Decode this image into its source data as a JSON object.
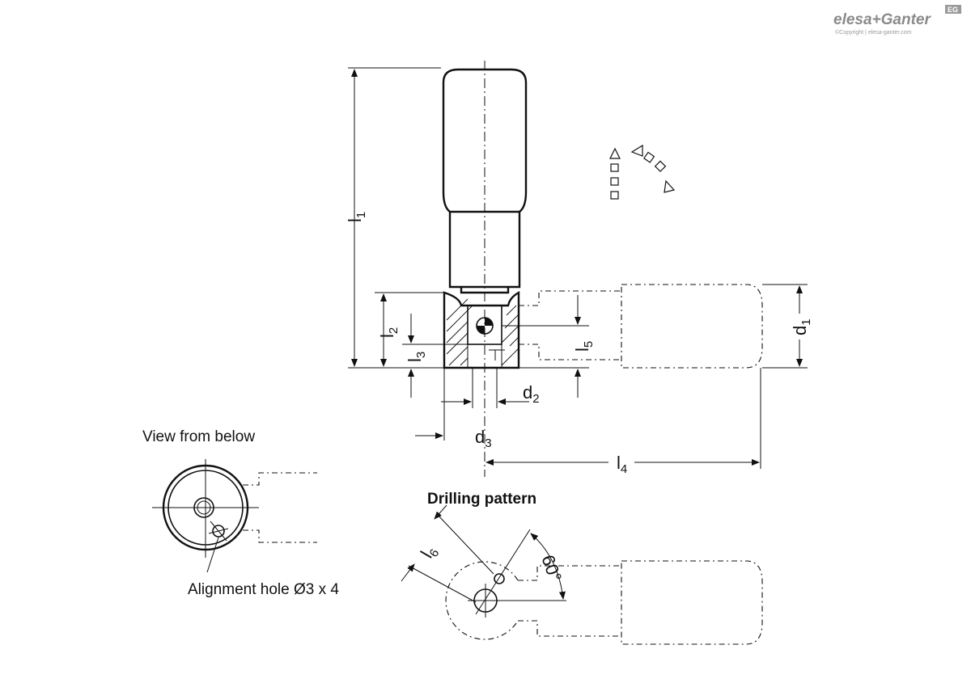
{
  "brand": {
    "name": "elesa+Ganter",
    "badge": "EG",
    "copyright": "©Copyright | elesa-ganter.com"
  },
  "labels": {
    "view_from_below": "View from below",
    "drilling_pattern": "Drilling pattern",
    "alignment_hole": "Alignment hole Ø3 x 4",
    "angle": "60°"
  },
  "dimensions": {
    "l1": {
      "base": "l",
      "sub": "1"
    },
    "l2": {
      "base": "l",
      "sub": "2"
    },
    "l3": {
      "base": "l",
      "sub": "3"
    },
    "l4": {
      "base": "l",
      "sub": "4"
    },
    "l5": {
      "base": "l",
      "sub": "5"
    },
    "l6": {
      "base": "l",
      "sub": "6"
    },
    "d1": {
      "base": "d",
      "sub": "1"
    },
    "d2": {
      "base": "d",
      "sub": "2"
    },
    "d3": {
      "base": "d",
      "sub": "3"
    }
  }
}
